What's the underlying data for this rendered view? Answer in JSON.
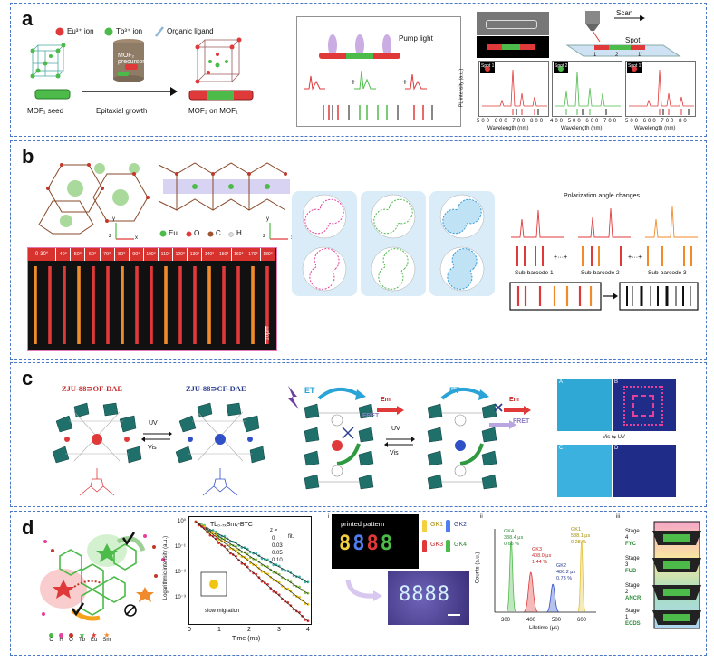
{
  "panels": {
    "a": {
      "label": "a",
      "legend": {
        "eu": "Eu³⁺ ion",
        "tb": "Tb³⁺ ion",
        "ligand": "Organic ligand"
      },
      "seed": "MOF₁ seed",
      "precursor": "MOF₂ precursor",
      "growth": "Epitaxial growth",
      "result": "MOF₂ on MOF₁",
      "pump": "Pump light",
      "scan": "Scan",
      "spot": "Spot",
      "spot_numbers": [
        "1",
        "2",
        "1'"
      ],
      "spot_tags": [
        "Spot 1",
        "Spot 2",
        "Spot 1'"
      ],
      "ylabel": "PL intensity (a.u.)",
      "xlabel": "Wavelength (nm)",
      "x_ticks_1": [
        "500",
        "600",
        "700",
        "800"
      ],
      "x_ticks_2": [
        "400",
        "500",
        "600",
        "700"
      ],
      "x_ticks_3": [
        "500",
        "600",
        "700",
        "80"
      ]
    },
    "b": {
      "label": "b",
      "atoms": {
        "eu": "Eu",
        "o": "O",
        "c": "C",
        "h": "H"
      },
      "axes": {
        "x": "x",
        "y": "y",
        "z": "z"
      },
      "angles": [
        "0-30°",
        "40°",
        "50°",
        "60°",
        "70°",
        "80°",
        "90°",
        "100°",
        "110°",
        "120°",
        "130°",
        "140°",
        "150°",
        "160°",
        "170°",
        "180°"
      ],
      "scale": "10μm",
      "polar_title": "Polarization angle changes",
      "sub_barcodes": [
        "Sub-barcode 1",
        "Sub-barcode 2",
        "Sub-barcode 3"
      ]
    },
    "c": {
      "label": "c",
      "left_title": "ZJU-88⊃OF-DAE",
      "right_title": "ZJU-88⊃CF-DAE",
      "uv": "UV",
      "vis": "Vis",
      "et": "ET",
      "em": "Em",
      "fret": "FRET",
      "photo_letters": [
        "A",
        "B",
        "C",
        "D"
      ],
      "vis_uv": "Vis ⇆ UV"
    },
    "d": {
      "label": "d",
      "atoms": [
        "C",
        "H",
        "O",
        "Tb",
        "Eu",
        "Sm"
      ],
      "chart_title": "Tb₀.₇ₓSmₓ-BTC",
      "z_label": "z =",
      "z_values": [
        "0",
        "0.03",
        "0.05",
        "0.10"
      ],
      "fit": "fit.",
      "slow": "slow migration",
      "ylabel": "Logarithmic intensity (a.u.)",
      "xlabel": "Time (ms)",
      "x_ticks": [
        "0",
        "1",
        "2",
        "3",
        "4"
      ],
      "y_ticks": [
        "10⁰",
        "10⁻¹",
        "10⁻²",
        "10⁻³"
      ],
      "roman": [
        "i",
        "ii",
        "iii"
      ],
      "printed": "printed pattern",
      "digits": "8888",
      "gk": [
        "GK1",
        "GK2",
        "GK3",
        "GK4"
      ],
      "peaks": [
        {
          "name": "GK4",
          "life": "338.4 μs",
          "pct": "0.65 %"
        },
        {
          "name": "GK3",
          "life": "408.0 μs",
          "pct": "1.44 %"
        },
        {
          "name": "GK2",
          "life": "486.2 μs",
          "pct": "0.73 %"
        },
        {
          "name": "GK1",
          "life": "588.1 μs",
          "pct": "0.28 %"
        }
      ],
      "hist_ylabel": "Counts (a.u.)",
      "hist_xlabel": "Lifetime (μs)",
      "hist_xticks": [
        "300",
        "400",
        "500",
        "600"
      ],
      "stages": [
        "Stage 4",
        "Stage 3",
        "Stage 2",
        "Stage 1"
      ],
      "stage_words": [
        "FYC",
        "FUD",
        "ANCR",
        "ECDS"
      ]
    }
  },
  "colors": {
    "eu": "#e0393a",
    "tb": "#4dbb4a",
    "border": "#4a78c2",
    "mof": "#25a38f"
  }
}
